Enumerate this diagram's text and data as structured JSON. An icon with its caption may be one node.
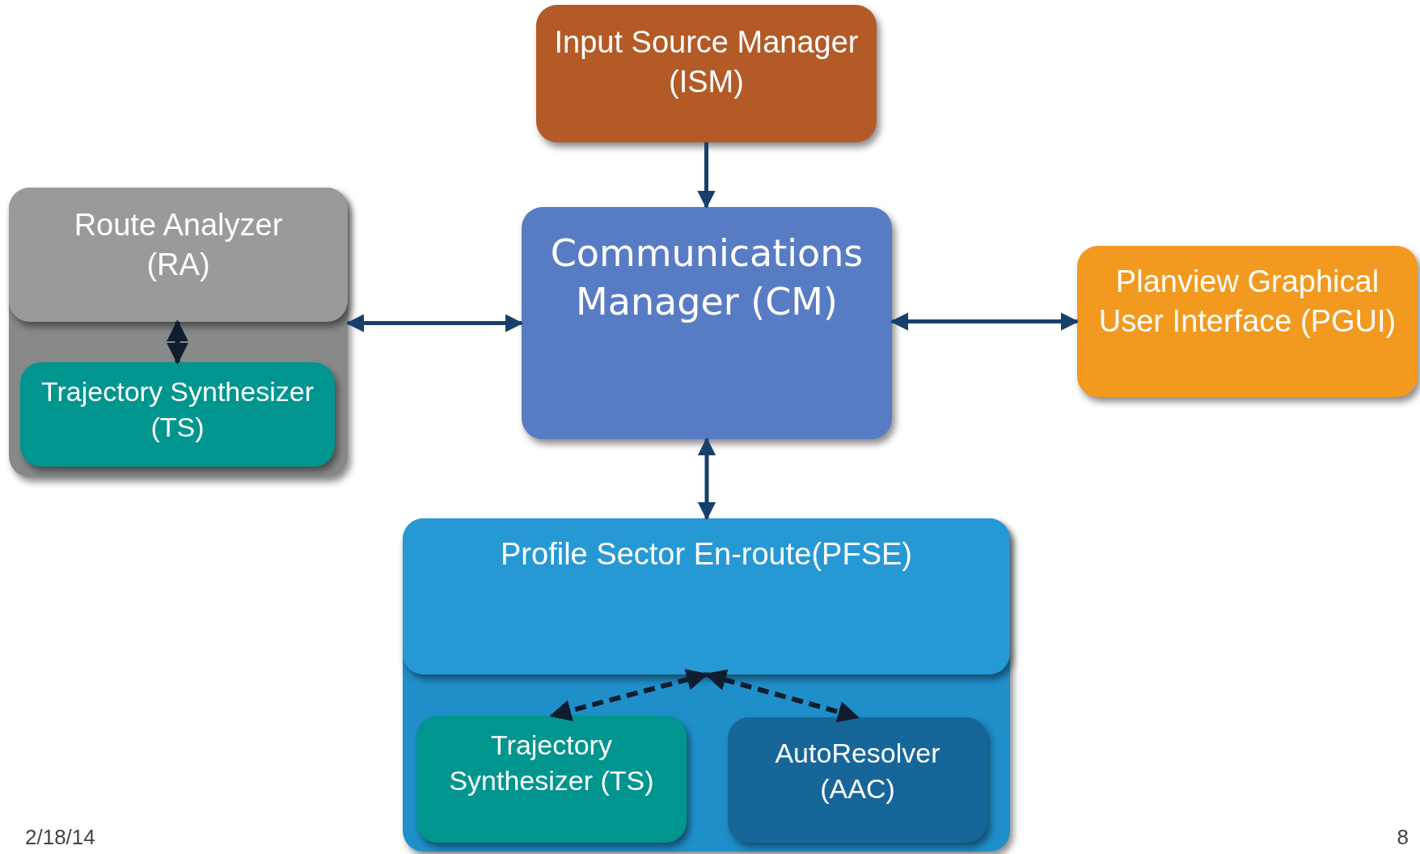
{
  "diagram": {
    "nodes": [
      {
        "text": [
          "Input Source Manager (ISM)"
        ]
      },
      {
        "text": [],
        "shape": "box"
      },
      {
        "text": [
          "Route Analyzer (RA)"
        ],
        "in": 1
      },
      {
        "text": [
          "Trajectory Synthesizer (TS)"
        ],
        "in": 1
      },
      {
        "text": [
          "Communications Manager (CM)"
        ]
      },
      {
        "text": [
          "Planview Graphical User Interface (PGUI)"
        ]
      },
      {
        "text": [],
        "shape": "box"
      },
      {
        "text": [
          "Profile Sector En-route(PFSE)"
        ],
        "in": 6
      },
      {
        "text": [
          "Trajectory Synthesizer (TS)"
        ],
        "in": 6
      },
      {
        "text": [
          "AutoResolver (AAC)"
        ],
        "in": 6
      }
    ],
    "edges": [
      {
        "from": 0,
        "to": 4,
        "arrow": "to"
      },
      {
        "from": 1,
        "to": 4,
        "arrow": "both"
      },
      {
        "from": 4,
        "to": 5,
        "arrow": "both"
      },
      {
        "from": 4,
        "to": 7,
        "arrow": "both"
      },
      {
        "from": 2,
        "to": 3,
        "arrow": "both",
        "style": "dashed",
        "color": "#0f1d2e"
      },
      {
        "from": 7,
        "to": 8,
        "arrow": "both",
        "style": "dashed",
        "color": "#0f1d2e"
      },
      {
        "from": 7,
        "to": 9,
        "arrow": "both",
        "style": "dashed",
        "color": "#0f1d2e"
      }
    ],
    "labels": [
      "2/18/14",
      "8"
    ]
  }
}
